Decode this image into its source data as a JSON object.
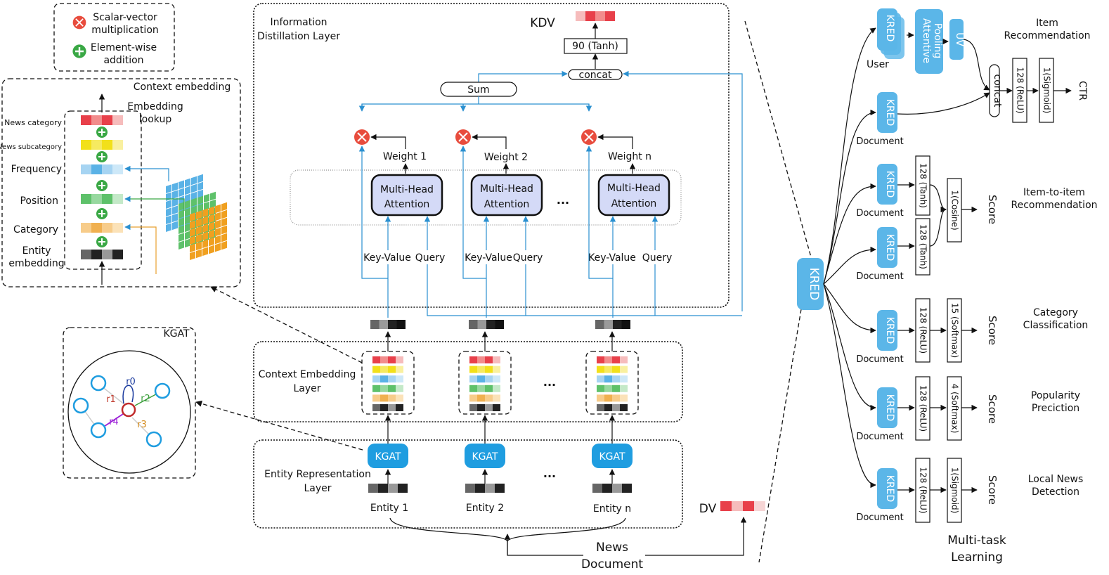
{
  "legend": {
    "scalar_vector": "Scalar-vector multiplication",
    "element_wise": "Element-wise addition"
  },
  "context_embedding": {
    "title": "Context embedding",
    "lookup": "Embedding lookup",
    "rows": [
      "News category",
      "News subcategory",
      "Frequency",
      "Position",
      "Category",
      "Entity embedding"
    ]
  },
  "kgat_panel": {
    "title": "KGAT",
    "relations": [
      "r0",
      "r1",
      "r2",
      "r3",
      "r4"
    ]
  },
  "distillation": {
    "title": "Information Distillation Layer",
    "kdv": "KDV",
    "tanh": "90 (Tanh)",
    "concat": "concat",
    "sum": "Sum",
    "weights": [
      "Weight 1",
      "Weight 2",
      "Weight n"
    ],
    "attention": "Multi-Head Attention",
    "key_value": "Key-Value",
    "query": "Query",
    "ellipsis": "..."
  },
  "context_layer": {
    "title": "Context Embedding Layer"
  },
  "entity_layer": {
    "title": "Entity Representation Layer",
    "kgat": "KGAT",
    "entities": [
      "Entity 1",
      "Entity 2",
      "Entity n"
    ]
  },
  "dv": "DV",
  "news_document": "News Document",
  "kred_center": "KRED",
  "multitask": {
    "title": "Multi-task Learning",
    "kred": "KRED",
    "user": "User",
    "document": "Document",
    "attentive_pooling": "Attentive Pooling",
    "uv": "UV",
    "concat": "concat",
    "ctr": "CTR",
    "score": "Score",
    "tasks": [
      {
        "name": "Item Recommendation",
        "layers": [
          "128 (ReLU)",
          "1(Sigmoid)"
        ]
      },
      {
        "name": "Item-to-item Recommendation",
        "layers": [
          "128 (Tanh)",
          "128 (Tanh)",
          "1(Cosine)"
        ]
      },
      {
        "name": "Category Classification",
        "layers": [
          "128 (ReLU)",
          "15 (Softmax)"
        ]
      },
      {
        "name": "Popularity Preciction",
        "layers": [
          "128 (ReLU)",
          "4 (Softmax)"
        ]
      },
      {
        "name": "Local News Detection",
        "layers": [
          "128 (ReLU)",
          "1(Sigmoid)"
        ]
      }
    ]
  },
  "colors": {
    "kgat_blue": "#1f9de0",
    "kred_blue": "#5bb6e8",
    "attention_fill": "#d4daf7",
    "red": "#e84c3d",
    "green": "#3aa845",
    "cell_red": "#e8404a",
    "cell_yellow": "#f2e01a",
    "cell_blue": "#5ab2e6",
    "cell_green": "#5ec16a",
    "cell_orange": "#f0b050",
    "cell_black": "#333333"
  }
}
